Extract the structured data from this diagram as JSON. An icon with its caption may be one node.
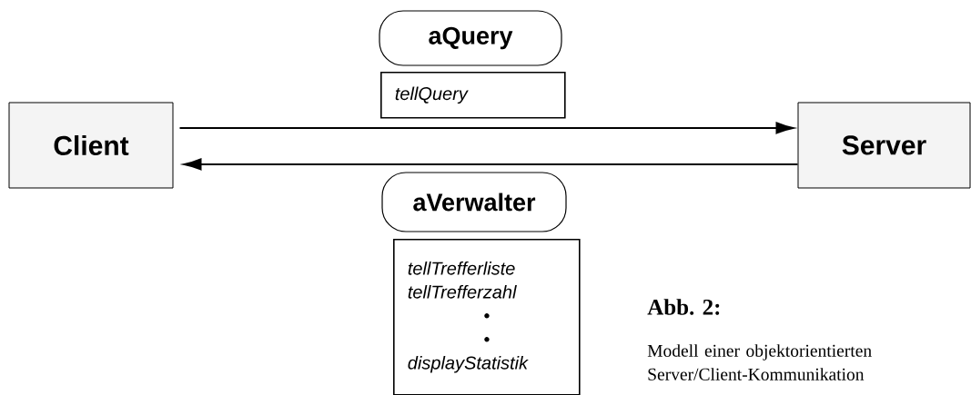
{
  "diagram": {
    "nodes": [
      {
        "text": [
          "Client"
        ]
      },
      {
        "text": [
          "Server"
        ]
      },
      {
        "text": [
          "aQuery"
        ]
      },
      {
        "text": [
          "tellQuery"
        ]
      },
      {
        "text": [
          "aVerwalter"
        ]
      },
      {
        "text": [
          "tellTrefferliste",
          "tellTrefferzahl",
          "•",
          "•",
          "displayStatistik"
        ]
      }
    ],
    "edges": [
      {
        "from": 0,
        "to": 1,
        "arrow": "to"
      },
      {
        "from": 1,
        "to": 0,
        "arrow": "to"
      }
    ],
    "labels": [
      "Abb. 2:",
      "Modell einer objektorientierten Server/Client-Kommunikation"
    ]
  }
}
